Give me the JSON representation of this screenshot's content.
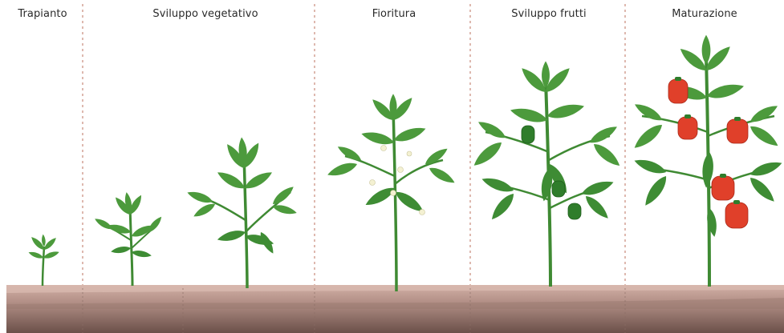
{
  "stages": [
    {
      "id": "trapianto",
      "label": "Trapianto"
    },
    {
      "id": "sviluppo-vegetativo",
      "label": "Sviluppo vegetativo"
    },
    {
      "id": "fioritura",
      "label": "Fioritura"
    },
    {
      "id": "sviluppo-frutti",
      "label": "Sviluppo frutti"
    },
    {
      "id": "maturazione",
      "label": "Maturazione"
    }
  ],
  "colors": {
    "soil_top": "#c9a49a",
    "soil_mid": "#a8877d",
    "soil_bottom": "#6b5049",
    "leaf": "#4c9a3c",
    "leaf_dark": "#2f7a2a",
    "stem": "#3f8a33",
    "flower": "#f4f1d2",
    "green_fruit": "#2f7d2b",
    "red_fruit": "#e0402a",
    "divider": "#c98a7a"
  }
}
